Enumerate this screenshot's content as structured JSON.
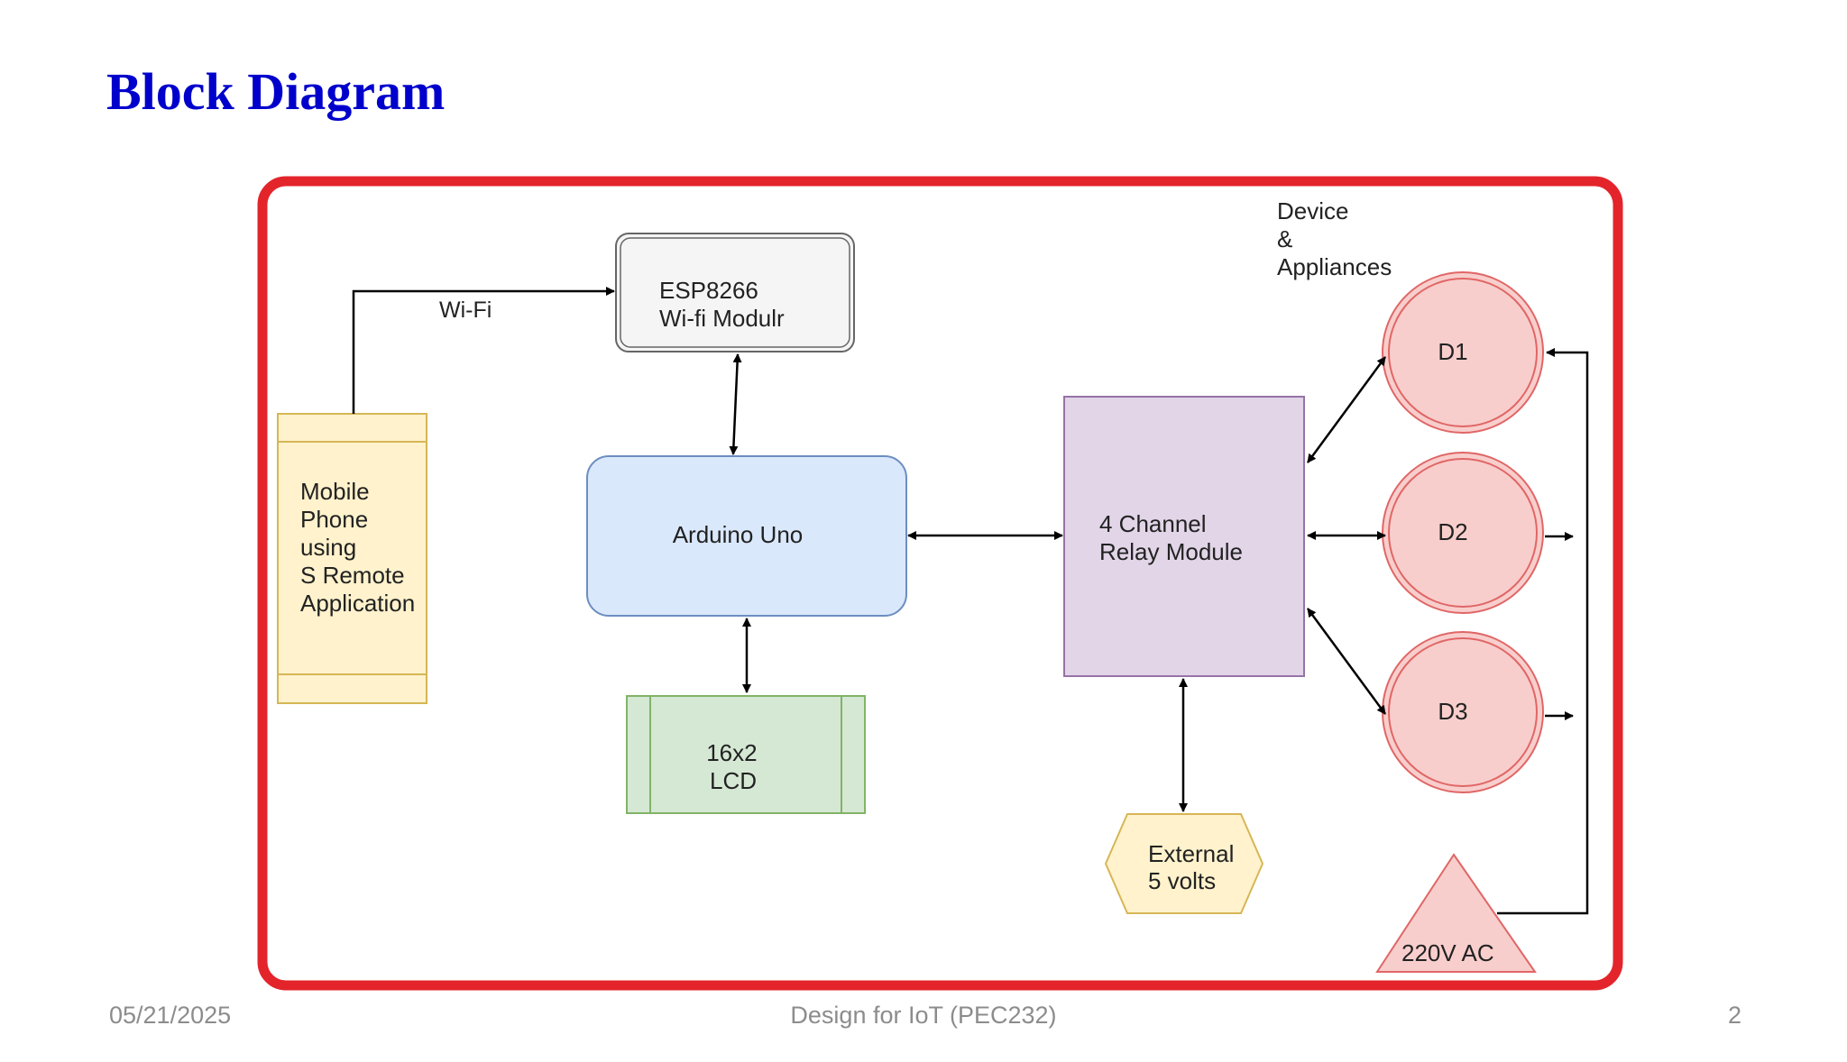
{
  "title": "Block Diagram",
  "colors": {
    "title": "#0000cc",
    "frame": "#e3242b",
    "mobile_fill": "#fff2cc",
    "mobile_stroke": "#d6b656",
    "esp_fill": "#f5f5f5",
    "esp_stroke": "#666666",
    "arduino_fill": "#dae8fc",
    "arduino_stroke": "#6c8ebf",
    "lcd_fill": "#d5e8d4",
    "lcd_stroke": "#82b366",
    "relay_fill": "#e1d5e7",
    "relay_stroke": "#9673a6",
    "device_fill": "#f8cecc",
    "device_stroke": "#e06666",
    "power_fill": "#f8cecc",
    "power_stroke": "#e06666"
  },
  "diagram": {
    "mobile": {
      "lines": [
        "Mobile",
        "Phone",
        "using",
        "S Remote",
        "Application"
      ]
    },
    "wifi_label": "Wi-Fi",
    "esp": {
      "lines": [
        "ESP8266",
        "Wi-fi Modulr"
      ]
    },
    "arduino": {
      "label": "Arduino Uno"
    },
    "lcd": {
      "lines": [
        "16x2",
        "LCD"
      ]
    },
    "relay": {
      "lines": [
        "4 Channel",
        "Relay Module"
      ]
    },
    "external": {
      "lines": [
        "External",
        "5 volts"
      ]
    },
    "devices_heading": {
      "lines": [
        "Device",
        "&",
        "Appliances"
      ]
    },
    "devices": [
      "D1",
      "D2",
      "D3"
    ],
    "power": {
      "label": "220V AC"
    }
  },
  "footer": {
    "date": "05/21/2025",
    "center": "Design for IoT (PEC232)",
    "page": "2"
  }
}
